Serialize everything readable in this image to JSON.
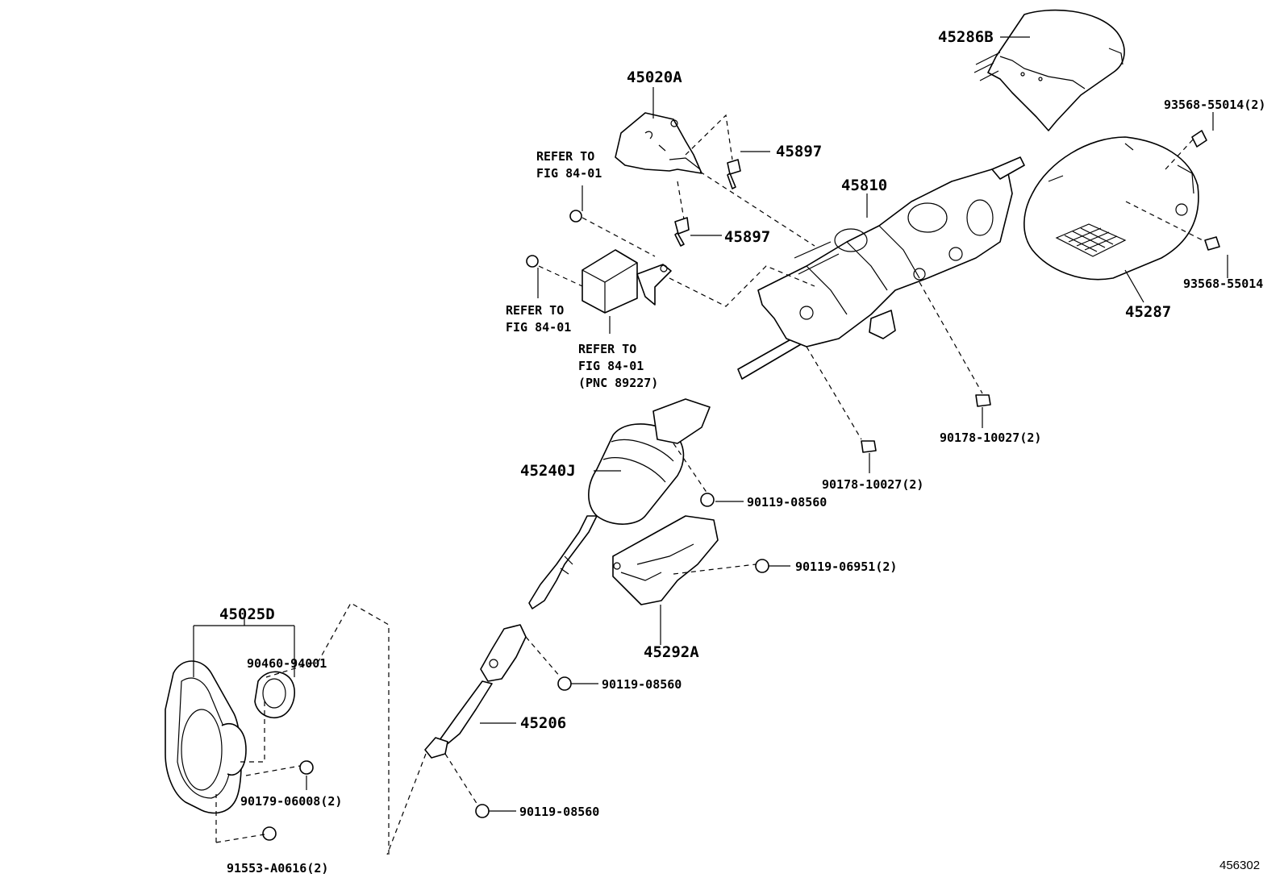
{
  "labels": {
    "p45286B": "45286B",
    "p45020A": "45020A",
    "p45897a": "45897",
    "p45897b": "45897",
    "p45810": "45810",
    "p93568q": "93568-55014(2)",
    "p93568": "93568-55014",
    "p45287": "45287",
    "refer1_l1": "REFER TO",
    "refer1_l2": "FIG 84-01",
    "refer2_l1": "REFER TO",
    "refer2_l2": "FIG 84-01",
    "refer3_l1": "REFER TO",
    "refer3_l2": "FIG 84-01",
    "refer3_l3": "(PNC 89227)",
    "p90178a": "90178-10027(2)",
    "p90178b": "90178-10027(2)",
    "p45240J": "45240J",
    "p90119_08560a": "90119-08560",
    "p90119_06951": "90119-06951(2)",
    "p45292A": "45292A",
    "p45025D": "45025D",
    "p90460": "90460-94001",
    "p90119_08560b": "90119-08560",
    "p45206": "45206",
    "p90179": "90179-06008(2)",
    "p90119_08560c": "90119-08560",
    "p91553": "91553-A0616(2)",
    "figure_no": "456302"
  }
}
